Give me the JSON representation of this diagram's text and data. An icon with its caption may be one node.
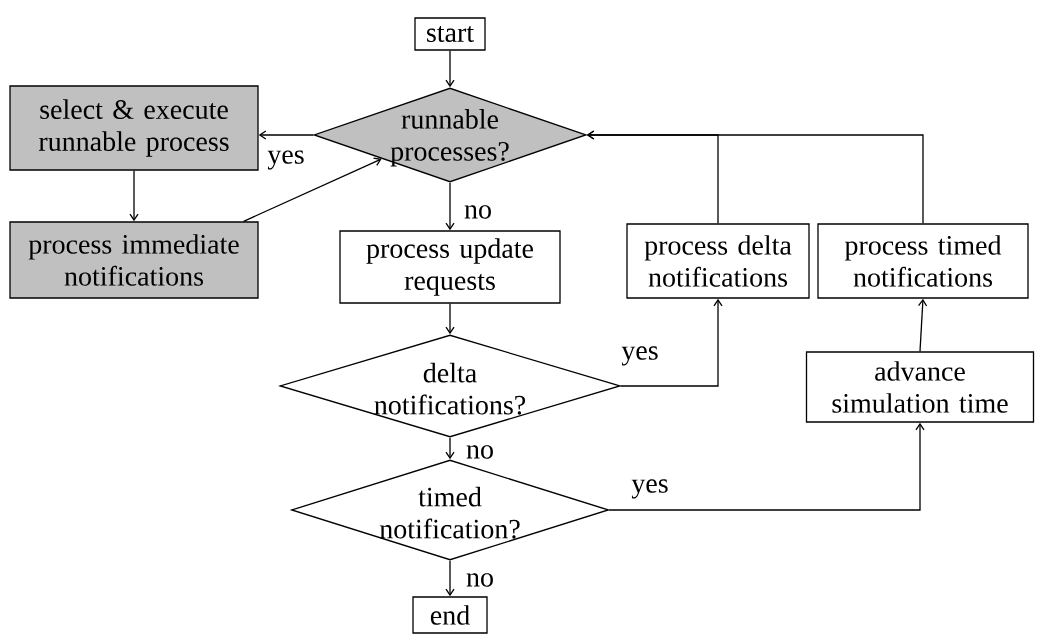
{
  "diagram": {
    "nodes": [
      {
        "text": [
          "start"
        ]
      },
      {
        "text": [
          "runnable processes?"
        ]
      },
      {
        "text": [
          "select & execute runnable process"
        ]
      },
      {
        "text": [
          "process immediate notifications"
        ]
      },
      {
        "text": [
          "process update requests"
        ]
      },
      {
        "text": [
          "process delta notifications"
        ]
      },
      {
        "text": [
          "process timed notifications"
        ]
      },
      {
        "text": [
          "delta notifications?"
        ]
      },
      {
        "text": [
          "advance simulation time"
        ]
      },
      {
        "text": [
          "timed notification?"
        ]
      },
      {
        "text": [
          "end"
        ]
      }
    ],
    "edges": [
      {
        "from": 0,
        "to": 1,
        "arrow": "to"
      },
      {
        "from": 1,
        "to": 2,
        "arrow": "to",
        "label": "yes"
      },
      {
        "from": 2,
        "to": 3,
        "arrow": "to"
      },
      {
        "from": 3,
        "to": 1,
        "arrow": "to"
      },
      {
        "from": 1,
        "to": 4,
        "arrow": "to",
        "label": "no"
      },
      {
        "from": 4,
        "to": 7,
        "arrow": "to"
      },
      {
        "from": 7,
        "to": 5,
        "arrow": "to",
        "label": "yes"
      },
      {
        "from": 5,
        "to": 1,
        "arrow": "to"
      },
      {
        "from": 6,
        "to": 1,
        "arrow": "to"
      },
      {
        "from": 7,
        "to": 9,
        "arrow": "to",
        "label": "no"
      },
      {
        "from": 9,
        "to": 8,
        "arrow": "to",
        "label": "yes"
      },
      {
        "from": 8,
        "to": 6,
        "arrow": "to"
      },
      {
        "from": 9,
        "to": 10,
        "arrow": "to",
        "label": "no"
      }
    ]
  }
}
